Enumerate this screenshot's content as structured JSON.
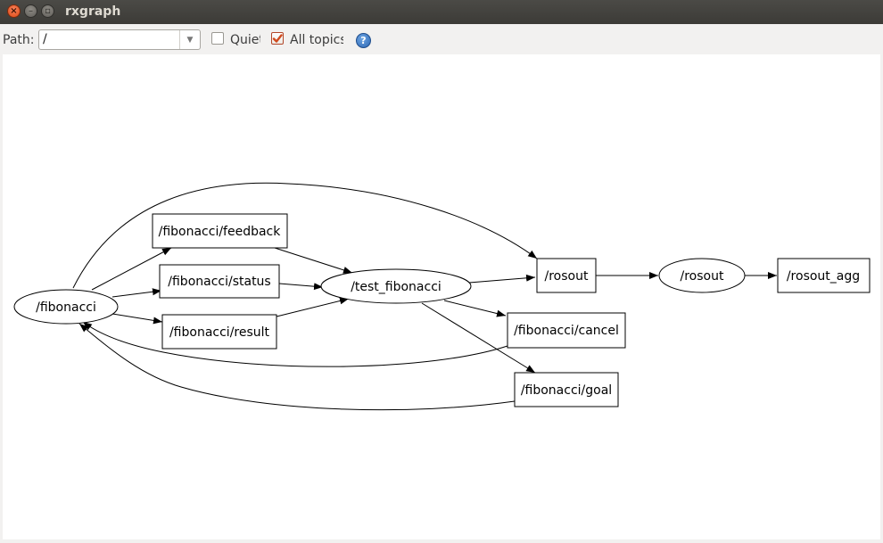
{
  "window": {
    "title": "rxgraph"
  },
  "toolbar": {
    "path_label": "Path:",
    "path_value": "/",
    "quiet_label": "Quiet",
    "quiet_checked": false,
    "all_topics_label": "All topics",
    "all_topics_checked": true
  },
  "graph": {
    "nodes": [
      {
        "id": "n_fib",
        "label": "/fibonacci",
        "shape": "ellipse"
      },
      {
        "id": "n_feedback",
        "label": "/fibonacci/feedback",
        "shape": "box"
      },
      {
        "id": "n_status",
        "label": "/fibonacci/status",
        "shape": "box"
      },
      {
        "id": "n_result",
        "label": "/fibonacci/result",
        "shape": "box"
      },
      {
        "id": "n_test",
        "label": "/test_fibonacci",
        "shape": "ellipse"
      },
      {
        "id": "n_rosout_t",
        "label": "/rosout",
        "shape": "box"
      },
      {
        "id": "n_rosout_n",
        "label": "/rosout",
        "shape": "ellipse"
      },
      {
        "id": "n_rosout_agg",
        "label": "/rosout_agg",
        "shape": "box"
      },
      {
        "id": "n_cancel",
        "label": "/fibonacci/cancel",
        "shape": "box"
      },
      {
        "id": "n_goal",
        "label": "/fibonacci/goal",
        "shape": "box"
      }
    ],
    "edges": [
      {
        "from": "/fibonacci",
        "to": "/rosout"
      },
      {
        "from": "/fibonacci",
        "to": "/fibonacci/feedback"
      },
      {
        "from": "/fibonacci",
        "to": "/fibonacci/status"
      },
      {
        "from": "/fibonacci",
        "to": "/fibonacci/result"
      },
      {
        "from": "/fibonacci/feedback",
        "to": "/test_fibonacci"
      },
      {
        "from": "/fibonacci/status",
        "to": "/test_fibonacci"
      },
      {
        "from": "/fibonacci/result",
        "to": "/test_fibonacci"
      },
      {
        "from": "/test_fibonacci",
        "to": "/rosout"
      },
      {
        "from": "/test_fibonacci",
        "to": "/fibonacci/cancel"
      },
      {
        "from": "/test_fibonacci",
        "to": "/fibonacci/goal"
      },
      {
        "from": "/rosout",
        "to": "/rosout"
      },
      {
        "from": "/rosout",
        "to": "/rosout_agg"
      },
      {
        "from": "/fibonacci/cancel",
        "to": "/fibonacci"
      },
      {
        "from": "/fibonacci/goal",
        "to": "/fibonacci"
      }
    ]
  }
}
